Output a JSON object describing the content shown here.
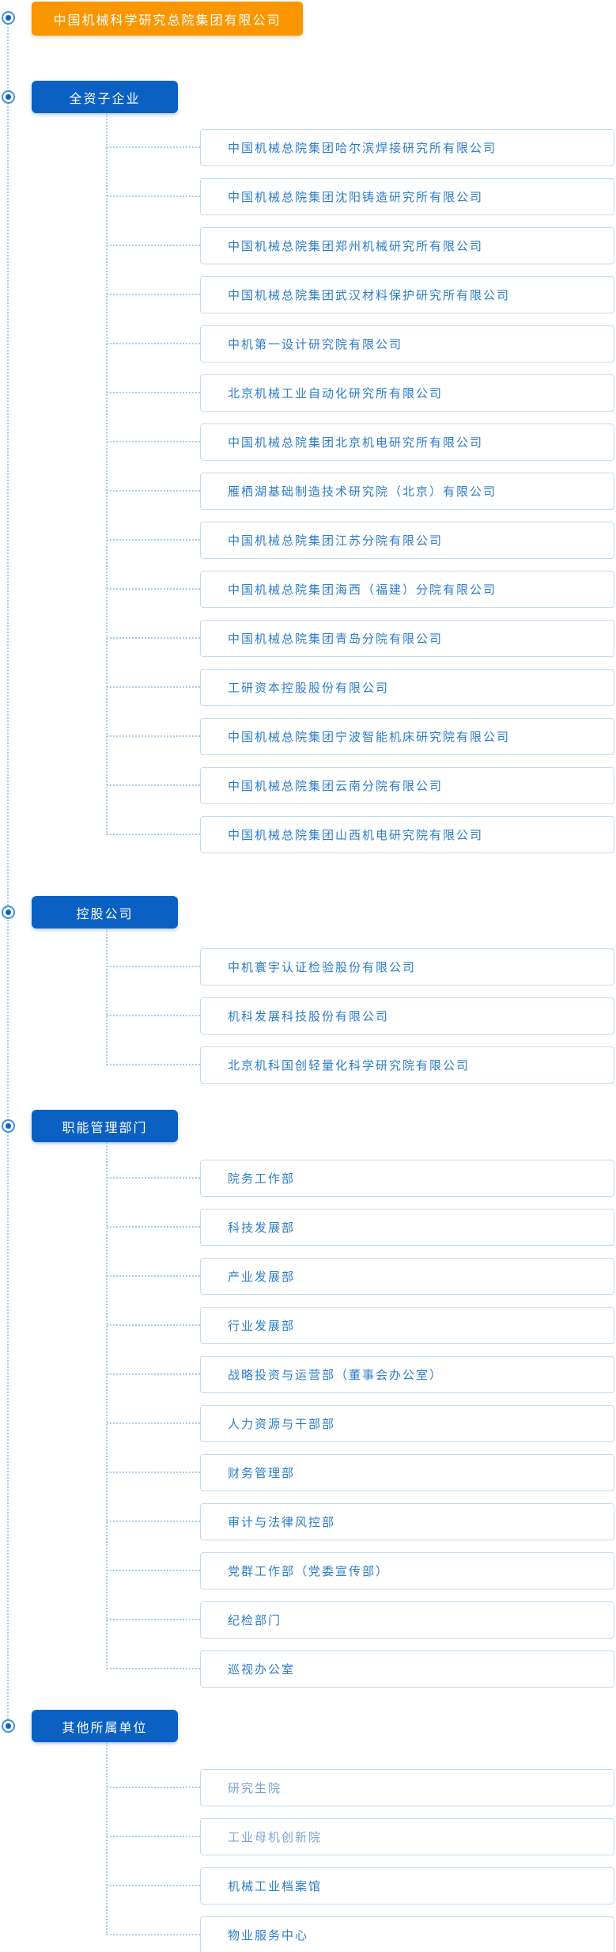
{
  "root": {
    "label": "中国机械科学研究总院集团有限公司"
  },
  "sections": [
    {
      "label": "全资子企业",
      "items": [
        {
          "label": "中国机械总院集团哈尔滨焊接研究所有限公司"
        },
        {
          "label": "中国机械总院集团沈阳铸造研究所有限公司"
        },
        {
          "label": "中国机械总院集团郑州机械研究所有限公司"
        },
        {
          "label": "中国机械总院集团武汉材料保护研究所有限公司"
        },
        {
          "label": "中机第一设计研究院有限公司"
        },
        {
          "label": "北京机械工业自动化研究所有限公司"
        },
        {
          "label": "中国机械总院集团北京机电研究所有限公司"
        },
        {
          "label": "雁栖湖基础制造技术研究院（北京）有限公司"
        },
        {
          "label": "中国机械总院集团江苏分院有限公司"
        },
        {
          "label": "中国机械总院集团海西（福建）分院有限公司"
        },
        {
          "label": "中国机械总院集团青岛分院有限公司"
        },
        {
          "label": "工研资本控股股份有限公司"
        },
        {
          "label": "中国机械总院集团宁波智能机床研究院有限公司"
        },
        {
          "label": "中国机械总院集团云南分院有限公司"
        },
        {
          "label": "中国机械总院集团山西机电研究院有限公司"
        }
      ]
    },
    {
      "label": "控股公司",
      "items": [
        {
          "label": "中机寰宇认证检验股份有限公司"
        },
        {
          "label": "机科发展科技股份有限公司"
        },
        {
          "label": "北京机科国创轻量化科学研究院有限公司"
        }
      ]
    },
    {
      "label": "职能管理部门",
      "items": [
        {
          "label": "院务工作部"
        },
        {
          "label": "科技发展部"
        },
        {
          "label": "产业发展部"
        },
        {
          "label": "行业发展部"
        },
        {
          "label": "战略投资与运营部（董事会办公室）"
        },
        {
          "label": "人力资源与干部部"
        },
        {
          "label": "财务管理部"
        },
        {
          "label": "审计与法律风控部"
        },
        {
          "label": "党群工作部（党委宣传部）"
        },
        {
          "label": "纪检部门"
        },
        {
          "label": "巡视办公室"
        }
      ]
    },
    {
      "label": "其他所属单位",
      "items": [
        {
          "label": "研究生院",
          "muted": true
        },
        {
          "label": "工业母机创新院",
          "muted": true
        },
        {
          "label": "机械工业档案馆"
        },
        {
          "label": "物业服务中心"
        }
      ]
    }
  ],
  "colors": {
    "root_bg": "#FA9600",
    "section_bg": "#0B60C4",
    "item_text": "#2B7CCB",
    "item_text_muted": "#7AA4D4",
    "item_border": "#C3DCF2",
    "connector_line": "#A9CCEE",
    "icon_ring": "#3E92E0",
    "icon_dot": "#0F62C4"
  }
}
